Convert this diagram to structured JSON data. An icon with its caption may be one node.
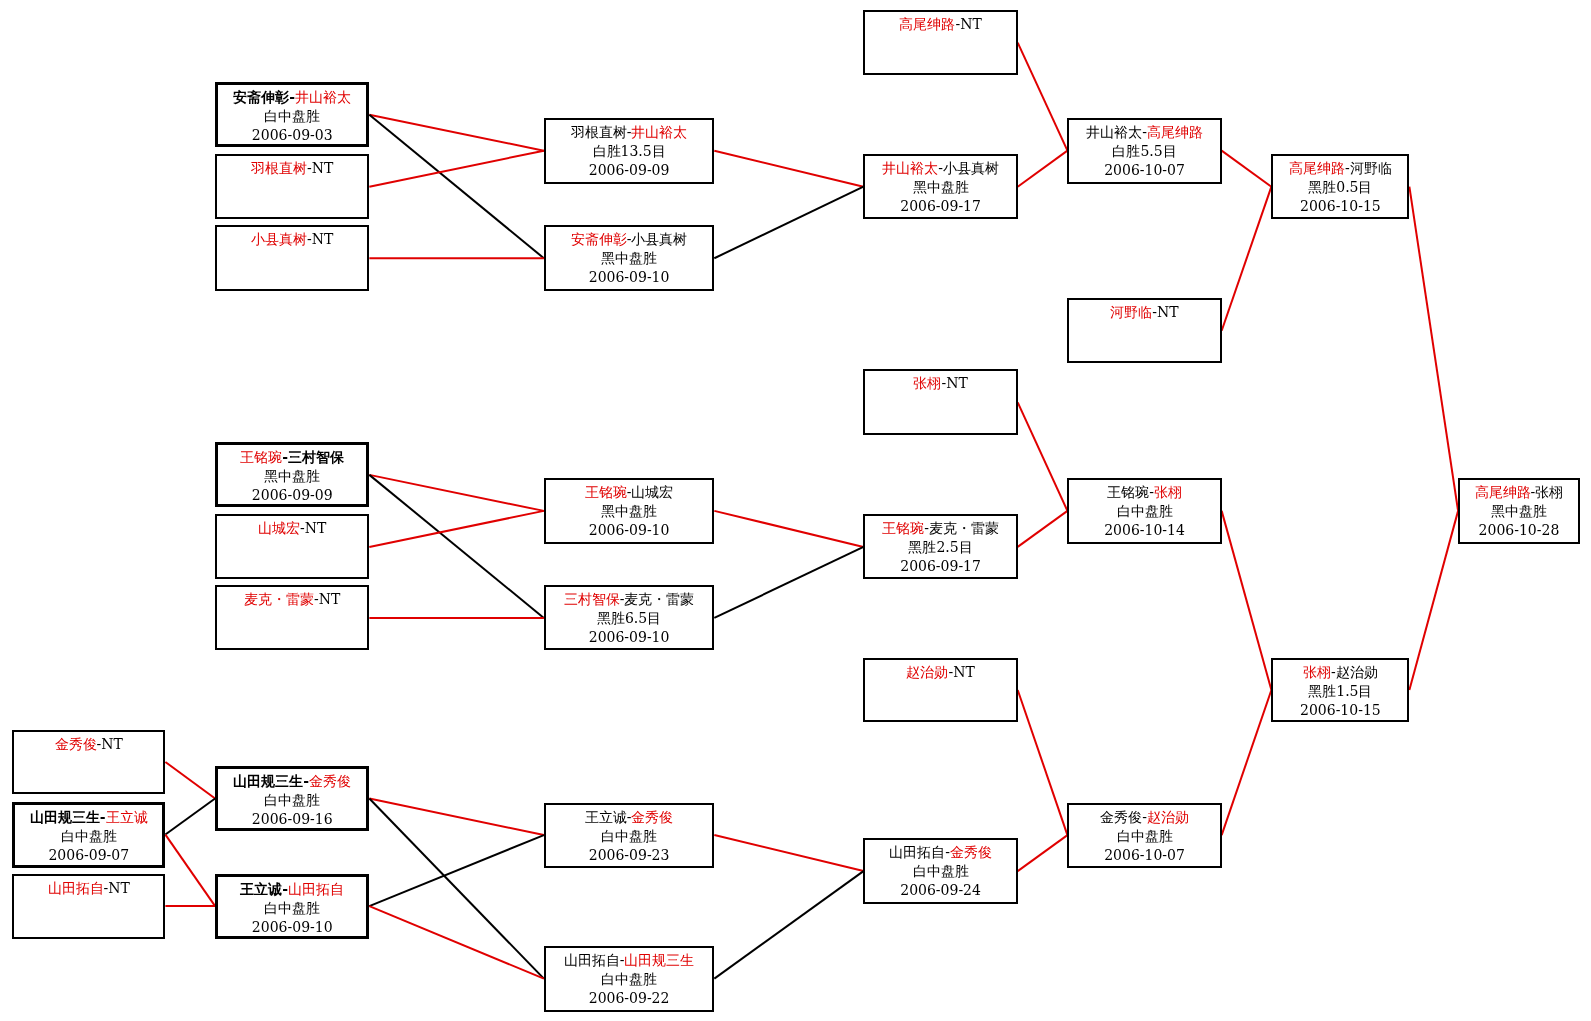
{
  "diagram": {
    "nodes": [
      {
        "text": [
          "**金秀俊**-NT"
        ]
      },
      {
        "text": [
          "山田规三生-**王立诚**",
          "白中盘胜",
          "2006-09-07"
        ]
      },
      {
        "text": [
          "**山田拓自**-NT"
        ]
      },
      {
        "text": [
          "安斋伸彰-**井山裕太**",
          "白中盘胜",
          "2006-09-03"
        ]
      },
      {
        "text": [
          "**羽根直树**-NT"
        ]
      },
      {
        "text": [
          "**小县真树**-NT"
        ]
      },
      {
        "text": [
          "**王铭琬**-三村智保",
          "黑中盘胜",
          "2006-09-09"
        ]
      },
      {
        "text": [
          "**山城宏**-NT"
        ]
      },
      {
        "text": [
          "**麦克・雷蒙**-NT"
        ]
      },
      {
        "text": [
          "山田规三生-**金秀俊**",
          "白中盘胜",
          "2006-09-16"
        ]
      },
      {
        "text": [
          "王立诚-**山田拓自**",
          "白中盘胜",
          "2006-09-10"
        ]
      },
      {
        "text": [
          "羽根直树-**井山裕太**",
          "白胜13.5目",
          "2006-09-09"
        ]
      },
      {
        "text": [
          "**安斋伸彰**-小县真树",
          "黑中盘胜",
          "2006-09-10"
        ]
      },
      {
        "text": [
          "**王铭琬**-山城宏",
          "黑中盘胜",
          "2006-09-10"
        ]
      },
      {
        "text": [
          "**三村智保**-麦克・雷蒙",
          "黑胜6.5目",
          "2006-09-10"
        ]
      },
      {
        "text": [
          "王立诚-**金秀俊**",
          "白中盘胜",
          "2006-09-23"
        ]
      },
      {
        "text": [
          "山田拓自-**山田规三生**",
          "白中盘胜",
          "2006-09-22"
        ]
      },
      {
        "text": [
          "**高尾绅路**-NT"
        ]
      },
      {
        "text": [
          "**井山裕太**-小县真树",
          "黑中盘胜",
          "2006-09-17"
        ]
      },
      {
        "text": [
          "**张栩**-NT"
        ]
      },
      {
        "text": [
          "**王铭琬**-麦克・雷蒙",
          "黑胜2.5目",
          "2006-09-17"
        ]
      },
      {
        "text": [
          "**赵治勋**-NT"
        ]
      },
      {
        "text": [
          "山田拓自-**金秀俊**",
          "白中盘胜",
          "2006-09-24"
        ]
      },
      {
        "text": [
          "井山裕太-**高尾绅路**",
          "白胜5.5目",
          "2006-10-07"
        ]
      },
      {
        "text": [
          "**河野临**-NT"
        ]
      },
      {
        "text": [
          "王铭琬-**张栩**",
          "白中盘胜",
          "2006-10-14"
        ]
      },
      {
        "text": [
          "金秀俊-**赵治勋**",
          "白中盘胜",
          "2006-10-07"
        ]
      },
      {
        "text": [
          "**高尾绅路**-河野临",
          "黑胜0.5目",
          "2006-10-15"
        ]
      },
      {
        "text": [
          "**张栩**-赵治勋",
          "黑胜1.5目",
          "2006-10-15"
        ]
      },
      {
        "text": [
          "**高尾绅路**-张栩",
          "黑中盘胜",
          "2006-10-28"
        ]
      }
    ],
    "edges": [
      {
        "from": 3,
        "to": 11,
        "arrow": "none"
      },
      {
        "from": 3,
        "to": 12,
        "arrow": "none",
        "color": "#000000"
      },
      {
        "from": 4,
        "to": 11,
        "arrow": "none"
      },
      {
        "from": 5,
        "to": 12,
        "arrow": "none"
      },
      {
        "from": 11,
        "to": 18,
        "arrow": "none"
      },
      {
        "from": 12,
        "to": 18,
        "arrow": "none",
        "color": "#000000"
      },
      {
        "from": 17,
        "to": 23,
        "arrow": "none"
      },
      {
        "from": 18,
        "to": 23,
        "arrow": "none"
      },
      {
        "from": 23,
        "to": 27,
        "arrow": "none"
      },
      {
        "from": 24,
        "to": 27,
        "arrow": "none"
      },
      {
        "from": 27,
        "to": 29,
        "arrow": "none"
      },
      {
        "from": 6,
        "to": 13,
        "arrow": "none"
      },
      {
        "from": 6,
        "to": 14,
        "arrow": "none",
        "color": "#000000"
      },
      {
        "from": 7,
        "to": 13,
        "arrow": "none"
      },
      {
        "from": 8,
        "to": 14,
        "arrow": "none"
      },
      {
        "from": 13,
        "to": 20,
        "arrow": "none"
      },
      {
        "from": 14,
        "to": 20,
        "arrow": "none",
        "color": "#000000"
      },
      {
        "from": 19,
        "to": 25,
        "arrow": "none"
      },
      {
        "from": 20,
        "to": 25,
        "arrow": "none"
      },
      {
        "from": 25,
        "to": 28,
        "arrow": "none"
      },
      {
        "from": 0,
        "to": 9,
        "arrow": "none"
      },
      {
        "from": 1,
        "to": 9,
        "arrow": "none",
        "color": "#000000"
      },
      {
        "from": 1,
        "to": 10,
        "arrow": "none"
      },
      {
        "from": 2,
        "to": 10,
        "arrow": "none"
      },
      {
        "from": 9,
        "to": 15,
        "arrow": "none"
      },
      {
        "from": 9,
        "to": 16,
        "arrow": "none",
        "color": "#000000"
      },
      {
        "from": 10,
        "to": 15,
        "arrow": "none",
        "color": "#000000"
      },
      {
        "from": 10,
        "to": 16,
        "arrow": "none"
      },
      {
        "from": 15,
        "to": 22,
        "arrow": "none"
      },
      {
        "from": 16,
        "to": 22,
        "arrow": "none",
        "color": "#000000"
      },
      {
        "from": 21,
        "to": 26,
        "arrow": "none"
      },
      {
        "from": 22,
        "to": 26,
        "arrow": "none"
      },
      {
        "from": 26,
        "to": 28,
        "arrow": "none"
      },
      {
        "from": 28,
        "to": 29,
        "arrow": "none"
      }
    ]
  }
}
